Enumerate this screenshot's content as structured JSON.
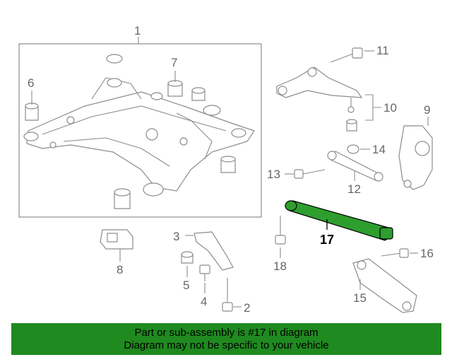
{
  "callouts": {
    "c1": "1",
    "c2": "2",
    "c3": "3",
    "c4": "4",
    "c5": "5",
    "c6": "6",
    "c7": "7",
    "c8": "8",
    "c9": "9",
    "c10": "10",
    "c11": "11",
    "c12": "12",
    "c13": "13",
    "c14": "14",
    "c15": "15",
    "c16": "16",
    "c17": "17",
    "c18": "18"
  },
  "highlighted_callout": "17",
  "colors": {
    "highlight_part": "#2e9e2e",
    "banner_background": "#1f8a1f",
    "line_art": "#8c8c8c"
  },
  "banner": {
    "line1": "Part or sub-assembly is #17 in diagram",
    "line2": "Diagram may not be specific to your vehicle"
  }
}
